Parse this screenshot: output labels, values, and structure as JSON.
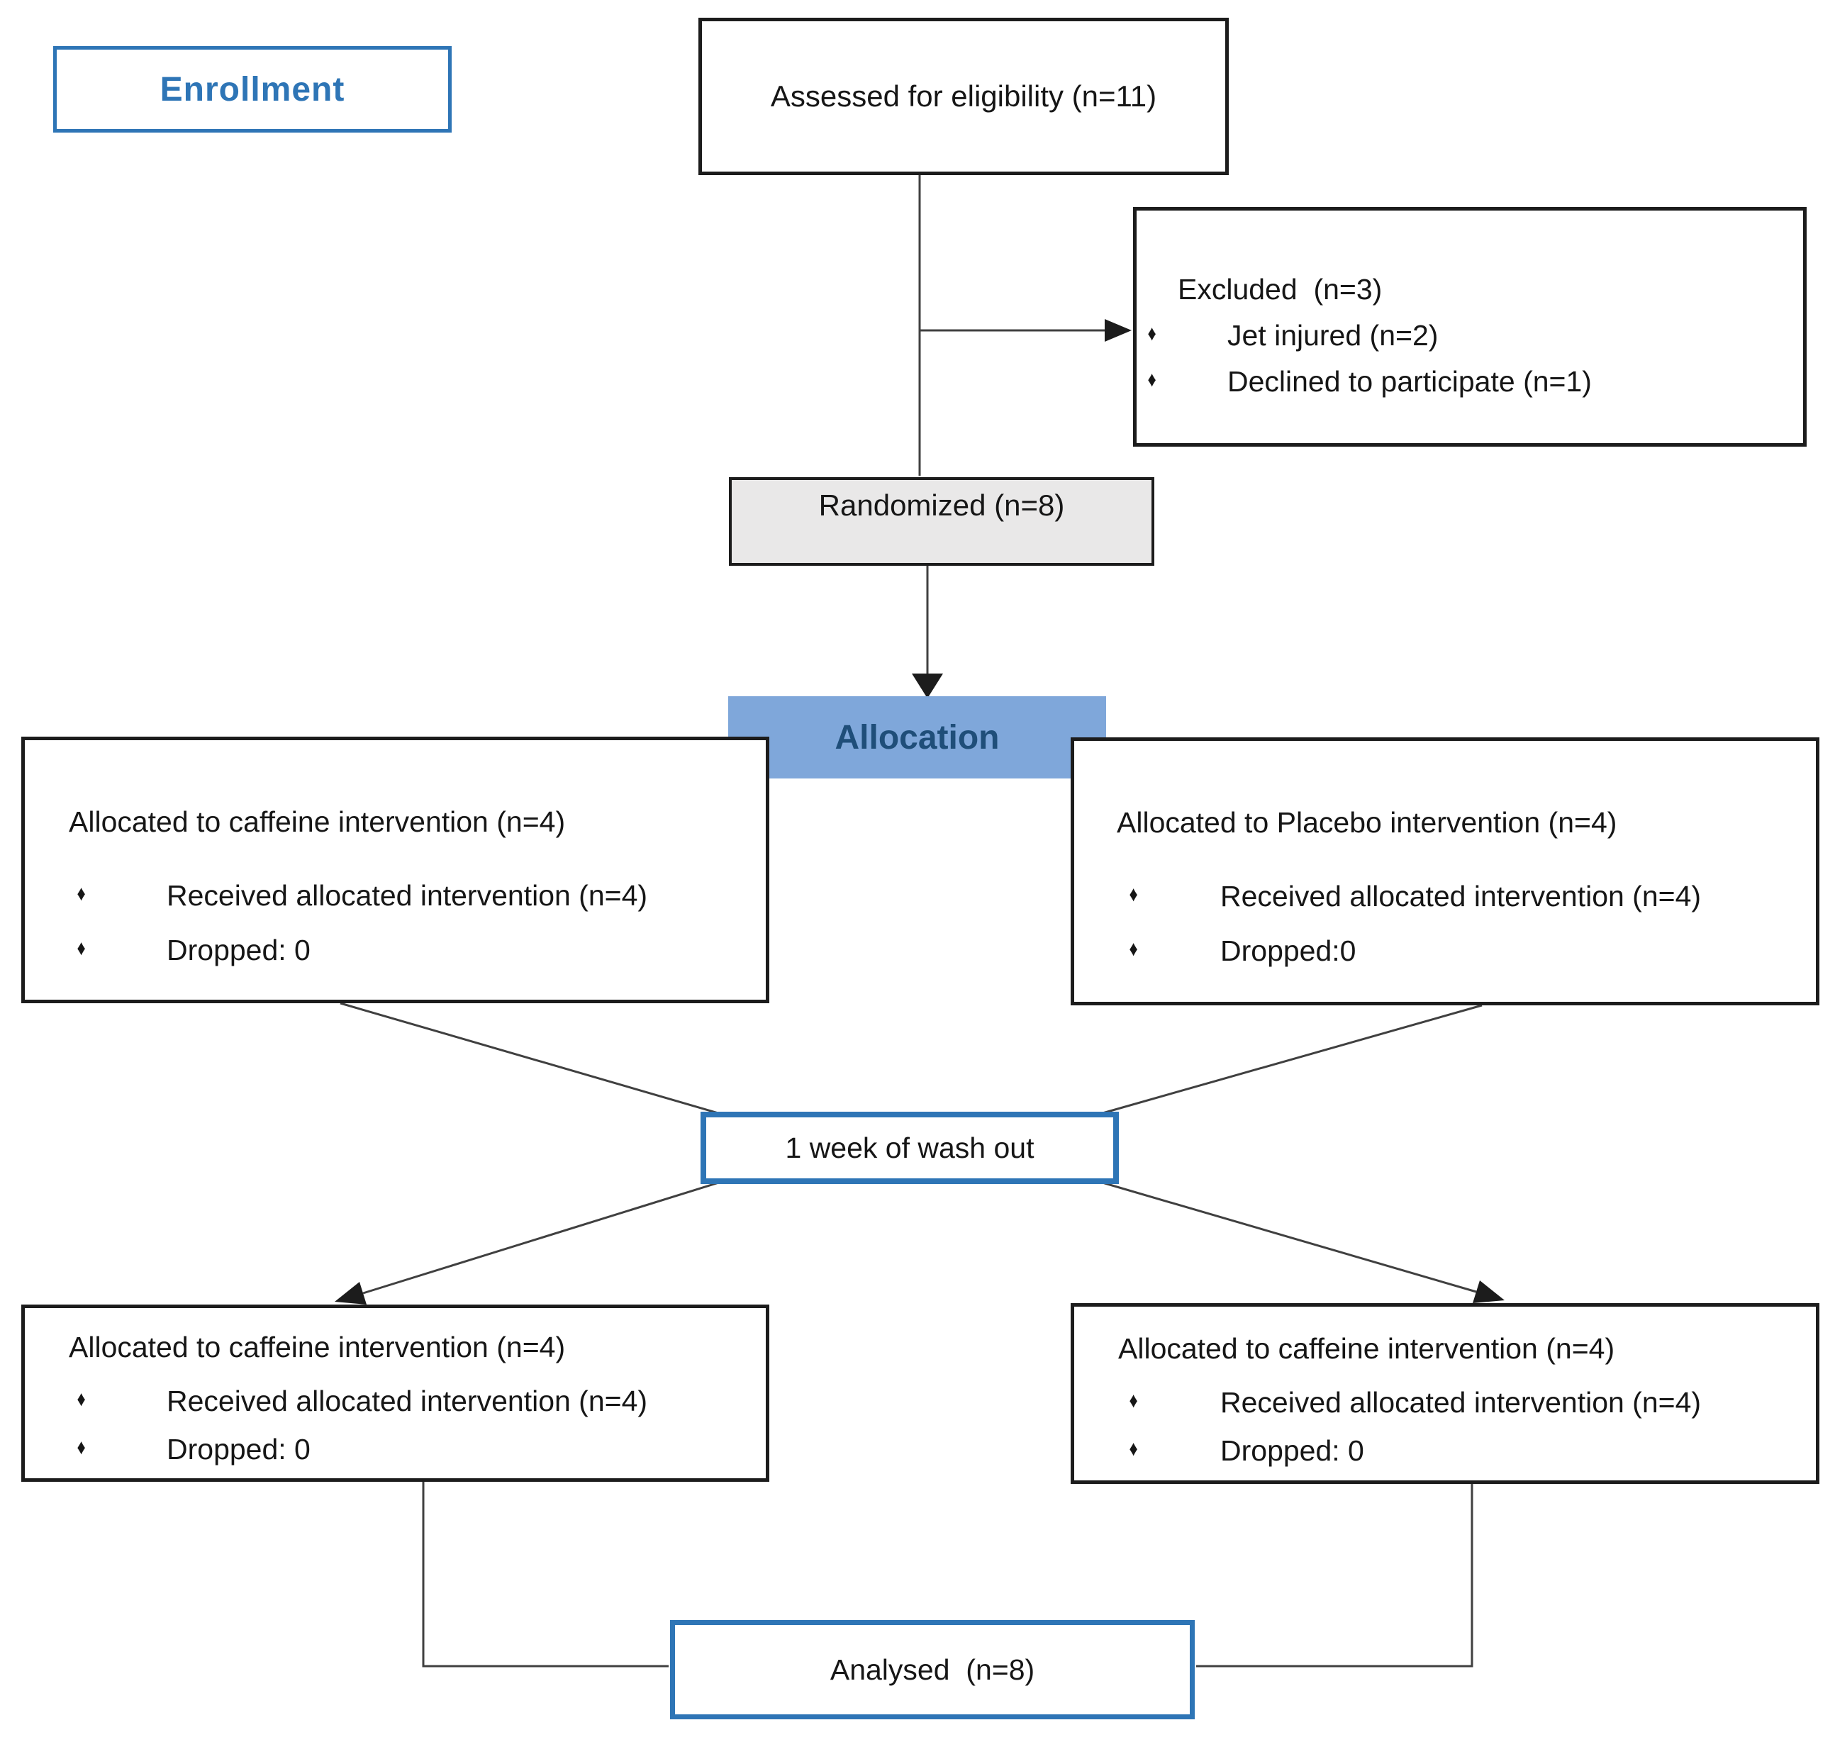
{
  "diagram": {
    "enrollment_label": "Enrollment",
    "allocation_label": "Allocation",
    "bullet_char": "♦",
    "boxes": {
      "assessed": {
        "text": "Assessed for eligibility (n=11)"
      },
      "excluded": {
        "title": "Excluded  (n=3)",
        "bullets": [
          "Jet injured (n=2)",
          "Declined to participate (n=1)"
        ]
      },
      "randomized": {
        "text": "Randomized (n=8)"
      },
      "alloc_left": {
        "title": "Allocated to caffeine intervention (n=4)",
        "bullets": [
          "Received allocated intervention (n=4)",
          "Dropped: 0"
        ]
      },
      "alloc_right": {
        "title": "Allocated to Placebo intervention (n=4)",
        "bullets": [
          "Received allocated intervention (n=4)",
          "Dropped:0"
        ]
      },
      "washout": {
        "text": "1 week of wash out"
      },
      "post_left": {
        "title": "Allocated to caffeine intervention (n=4)",
        "bullets": [
          "Received allocated intervention (n=4)",
          "Dropped: 0"
        ]
      },
      "post_right": {
        "title": "Allocated to caffeine intervention (n=4)",
        "bullets": [
          "Received allocated intervention (n=4)",
          "Dropped: 0"
        ]
      },
      "analysed": {
        "text": "Analysed  (n=8)"
      }
    },
    "colors": {
      "accent_blue": "#2E75B6",
      "allocation_fill": "#7FA7DA",
      "allocation_text": "#1F4E79",
      "randomized_fill": "#E9E8E8",
      "box_border": "#1C1C1C",
      "connector": "#404040"
    }
  }
}
